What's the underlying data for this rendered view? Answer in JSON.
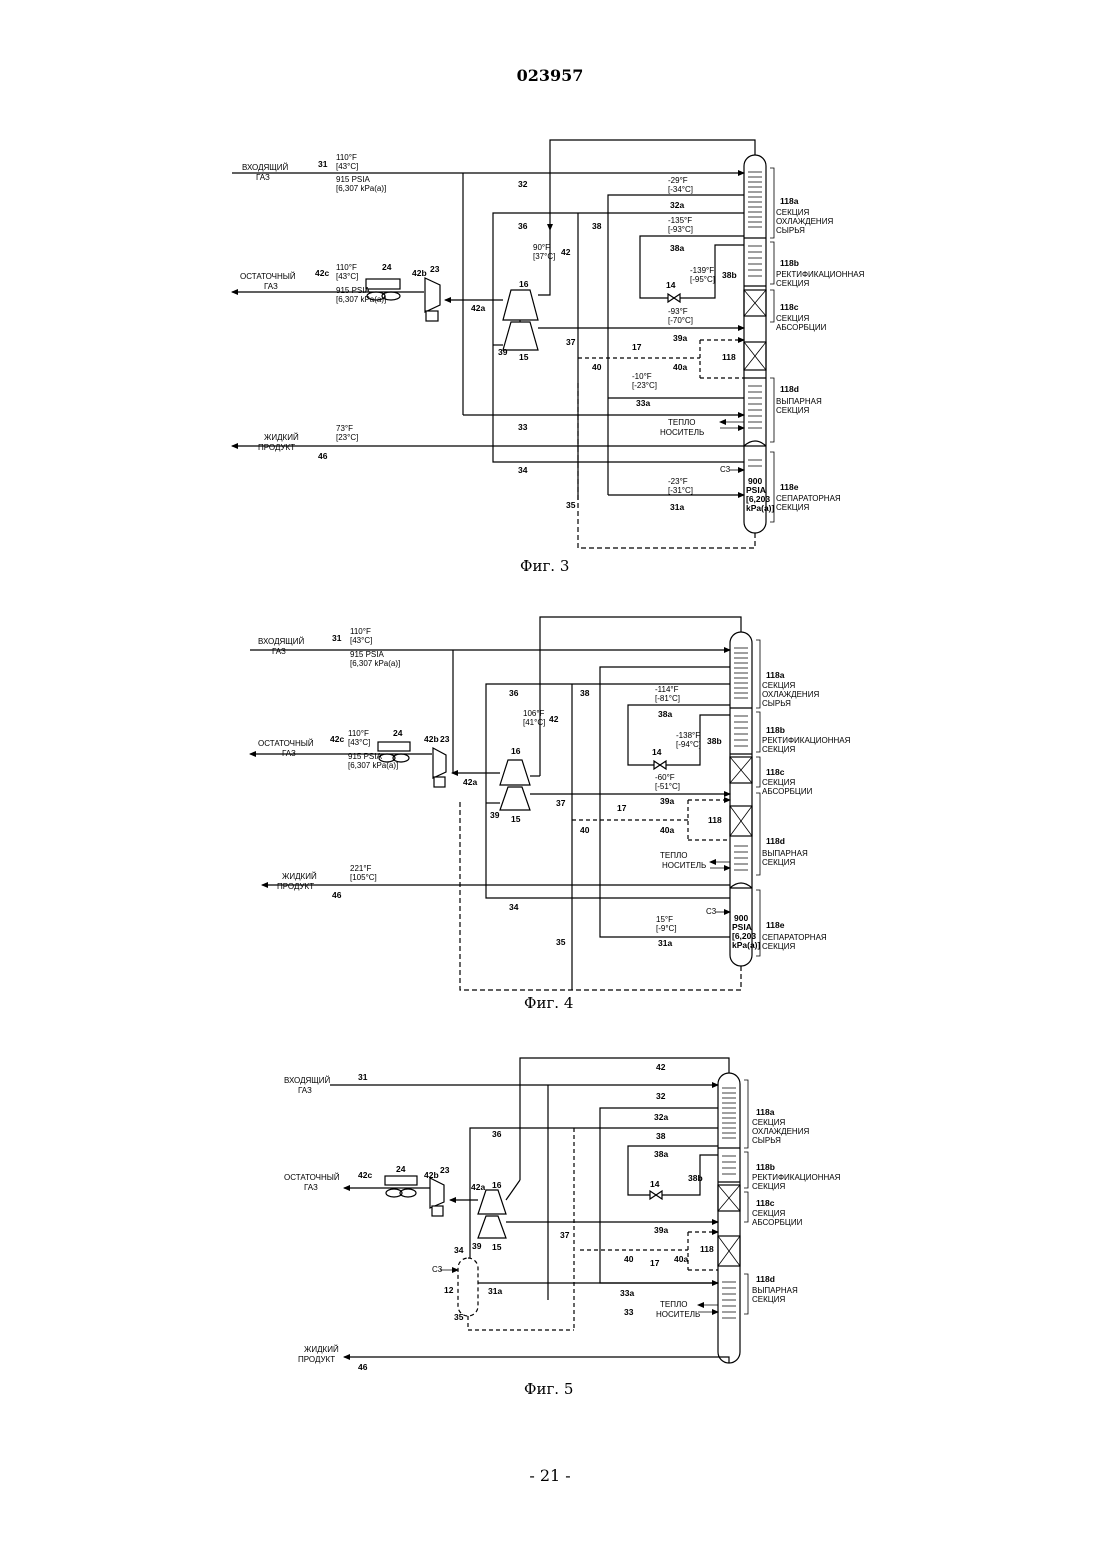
{
  "header": {
    "doc_number": "023957"
  },
  "footer": {
    "page_number": "- 21 -"
  },
  "labels": {
    "inlet_gas_1": "ВХОДЯЩИЙ",
    "inlet_gas_2": "ГАЗ",
    "residue_gas_1": "ОСТАТОЧНЫЙ",
    "residue_gas_2": "ГАЗ",
    "liquid_1": "ЖИДКИЙ",
    "liquid_2": "ПРОДУКТ",
    "heat_1": "ТЕПЛО",
    "heat_2": "НОСИТЕЛЬ",
    "sec_a_code": "118a",
    "sec_a_1": "СЕКЦИЯ",
    "sec_a_2": "ОХЛАЖДЕНИЯ",
    "sec_a_3": "СЫРЬЯ",
    "sec_b_code": "118b",
    "sec_b_1": "РЕКТИФИКАЦИОННАЯ",
    "sec_b_2": "СЕКЦИЯ",
    "sec_c_code": "118c",
    "sec_c_1": "СЕКЦИЯ",
    "sec_c_2": "АБСОРБЦИИ",
    "sec_d_code": "118d",
    "sec_d_1": "ВЫПАРНАЯ",
    "sec_d_2": "СЕКЦИЯ",
    "sec_e_code": "118e",
    "sec_e_1": "СЕПАРАТОРНАЯ",
    "sec_e_2": "СЕКЦИЯ",
    "tower": "118",
    "c3": "C3"
  },
  "streams": {
    "s31": "31",
    "s31a": "31a",
    "s32": "32",
    "s32a": "32a",
    "s33": "33",
    "s33a": "33a",
    "s34": "34",
    "s35": "35",
    "s36": "36",
    "s37": "37",
    "s38": "38",
    "s38a": "38a",
    "s38b": "38b",
    "s39": "39",
    "s39a": "39a",
    "s40": "40",
    "s40a": "40a",
    "s42": "42",
    "s42a": "42a",
    "s42b": "42b",
    "s42c": "42c",
    "s46": "46"
  },
  "equipment": {
    "e12": "12",
    "e14": "14",
    "e15": "15",
    "e16": "16",
    "e17": "17",
    "e23": "23",
    "e24": "24"
  },
  "fig3": {
    "caption": "Фиг. 3",
    "inlet_t": "110°F",
    "inlet_tc": "[43°C]",
    "inlet_p": "915 PSIA",
    "inlet_pk": "[6,307 kPa(a)]",
    "res_t": "110°F",
    "res_tc": "[43°C]",
    "res_p": "915 PSIA",
    "res_pk": "[6,307 kPa(a)]",
    "s42_t": "90°F",
    "s42_tc": "[37°C]",
    "s32a_t": "-29°F",
    "s32a_tc": "[-34°C]",
    "s38a_t": "-135°F",
    "s38a_tc": "[-93°C]",
    "s38b_t": "-139°F",
    "s38b_tc": "[-95°C]",
    "s39a_t": "-93°F",
    "s39a_tc": "[-70°C]",
    "s33a_t": "-10°F",
    "s33a_tc": "[-23°C]",
    "liq_t": "73°F",
    "liq_tc": "[23°C]",
    "s31a_t": "-23°F",
    "s31a_tc": "[-31°C]",
    "sep_1": "900",
    "sep_2": "PSIA",
    "sep_3": "[6,203",
    "sep_4": "kPa(a)]"
  },
  "fig4": {
    "caption": "Фиг. 4",
    "inlet_t": "110°F",
    "inlet_tc": "[43°C]",
    "inlet_p": "915 PSIA",
    "inlet_pk": "[6,307 kPa(a)]",
    "res_t": "110°F",
    "res_tc": "[43°C]",
    "res_p": "915 PSIA",
    "res_pk": "[6,307 kPa(a)]",
    "s42_t": "106°F",
    "s42_tc": "[41°C]",
    "s38a_t": "-114°F",
    "s38a_tc": "[-81°C]",
    "s38b_t": "-138°F",
    "s38b_tc": "[-94°C]",
    "s39a_t": "-60°F",
    "s39a_tc": "[-51°C]",
    "liq_t": "221°F",
    "liq_tc": "[105°C]",
    "s31a_t": "15°F",
    "s31a_tc": "[-9°C]",
    "sep_1": "900",
    "sep_2": "PSIA",
    "sep_3": "[6,203",
    "sep_4": "kPa(a)]"
  },
  "fig5": {
    "caption": "Фиг. 5"
  }
}
